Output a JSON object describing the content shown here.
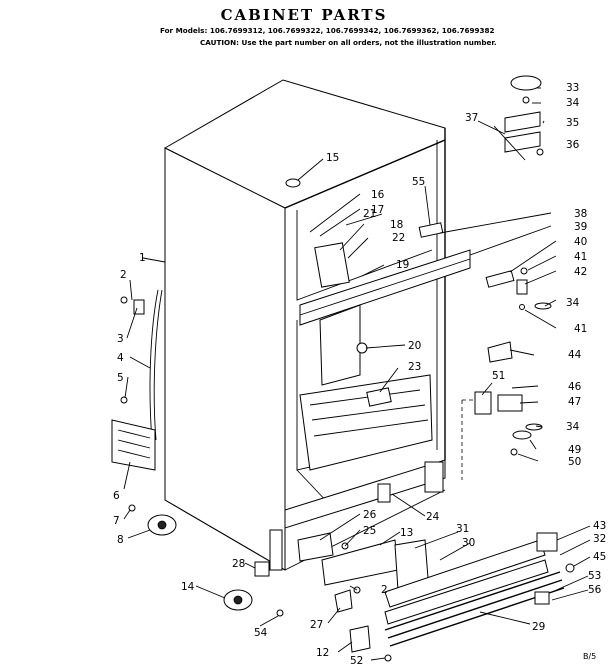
{
  "header": {
    "title": "CABINET PARTS",
    "models_line": "For Models: 106.7699312, 106.7699322, 106.7699342, 106.7699362, 106.7699382",
    "caution_line": "CAUTION: Use the part number on all orders, not the illustration number."
  },
  "page_number": "B/5",
  "callouts": [
    {
      "id": "c1",
      "text": "1"
    },
    {
      "id": "c2a",
      "text": "2"
    },
    {
      "id": "c2b",
      "text": "2"
    },
    {
      "id": "c3",
      "text": "3"
    },
    {
      "id": "c4",
      "text": "4"
    },
    {
      "id": "c5",
      "text": "5"
    },
    {
      "id": "c6",
      "text": "6"
    },
    {
      "id": "c7",
      "text": "7"
    },
    {
      "id": "c8",
      "text": "8"
    },
    {
      "id": "c12",
      "text": "12"
    },
    {
      "id": "c13",
      "text": "13"
    },
    {
      "id": "c14",
      "text": "14"
    },
    {
      "id": "c15",
      "text": "15"
    },
    {
      "id": "c16",
      "text": "16"
    },
    {
      "id": "c17",
      "text": "17"
    },
    {
      "id": "c18",
      "text": "18"
    },
    {
      "id": "c19",
      "text": "19"
    },
    {
      "id": "c20",
      "text": "20"
    },
    {
      "id": "c21",
      "text": "21"
    },
    {
      "id": "c22",
      "text": "22"
    },
    {
      "id": "c23",
      "text": "23"
    },
    {
      "id": "c24",
      "text": "24"
    },
    {
      "id": "c25",
      "text": "25"
    },
    {
      "id": "c26",
      "text": "26"
    },
    {
      "id": "c27",
      "text": "27"
    },
    {
      "id": "c28",
      "text": "28"
    },
    {
      "id": "c29",
      "text": "29"
    },
    {
      "id": "c30",
      "text": "30"
    },
    {
      "id": "c31",
      "text": "31"
    },
    {
      "id": "c32",
      "text": "32"
    },
    {
      "id": "c33",
      "text": "33"
    },
    {
      "id": "c34a",
      "text": "34"
    },
    {
      "id": "c34b",
      "text": "34"
    },
    {
      "id": "c34c",
      "text": "34"
    },
    {
      "id": "c35",
      "text": "35"
    },
    {
      "id": "c36",
      "text": "36"
    },
    {
      "id": "c37",
      "text": "37"
    },
    {
      "id": "c38",
      "text": "38"
    },
    {
      "id": "c39",
      "text": "39"
    },
    {
      "id": "c40",
      "text": "40"
    },
    {
      "id": "c41a",
      "text": "41"
    },
    {
      "id": "c41b",
      "text": "41"
    },
    {
      "id": "c42",
      "text": "42"
    },
    {
      "id": "c43",
      "text": "43"
    },
    {
      "id": "c44",
      "text": "44"
    },
    {
      "id": "c45",
      "text": "45"
    },
    {
      "id": "c46",
      "text": "46"
    },
    {
      "id": "c47",
      "text": "47"
    },
    {
      "id": "c49",
      "text": "49"
    },
    {
      "id": "c50",
      "text": "50"
    },
    {
      "id": "c51",
      "text": "51"
    },
    {
      "id": "c52",
      "text": "52"
    },
    {
      "id": "c53",
      "text": "53"
    },
    {
      "id": "c54",
      "text": "54"
    },
    {
      "id": "c55",
      "text": "55"
    },
    {
      "id": "c56",
      "text": "56"
    }
  ]
}
